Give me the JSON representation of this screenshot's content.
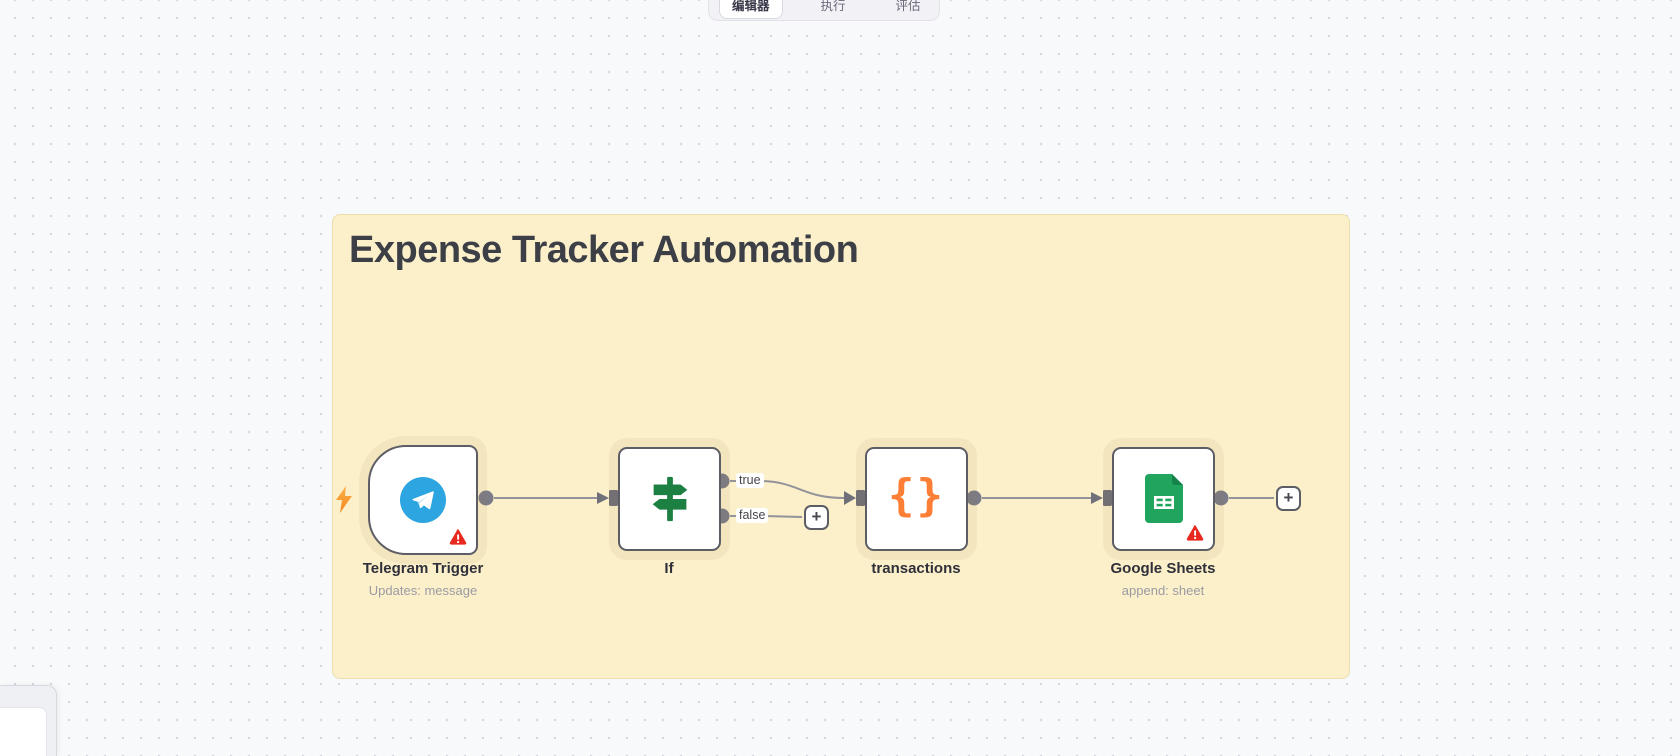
{
  "tabs": {
    "items": [
      {
        "label": "编辑器",
        "active": true
      },
      {
        "label": "执行",
        "active": false
      },
      {
        "label": "评估",
        "active": false
      }
    ]
  },
  "sticky": {
    "title": "Expense Tracker Automation",
    "bg": "#fcf0cb"
  },
  "nodes": [
    {
      "id": "telegram-trigger",
      "label": "Telegram Trigger",
      "subtitle": "Updates: message",
      "icon": "telegram-icon",
      "warning": true
    },
    {
      "id": "if",
      "label": "If",
      "icon": "signpost-icon",
      "warning": false
    },
    {
      "id": "transactions",
      "label": "transactions",
      "icon": "code-braces-icon",
      "warning": false
    },
    {
      "id": "google-sheets",
      "label": "Google Sheets",
      "subtitle": "append: sheet",
      "icon": "google-sheets-icon",
      "warning": true
    }
  ],
  "connections": {
    "if_true_label": "true",
    "if_false_label": "false"
  },
  "buttons": {
    "add_node_plus": "+"
  },
  "icons": {
    "braces_glyph": "{}"
  },
  "colors": {
    "canvas_bg": "#f8f9fb",
    "sticky_bg": "#fcf0cb",
    "node_border": "#5d5d66",
    "connector_gray": "#93939b",
    "telegram_blue": "#2CA5E0",
    "if_green": "#1d8043",
    "braces_orange": "#fd7e35",
    "sheets_green": "#21a45d",
    "warning_red": "#e7291f",
    "bolt_orange": "#f89b2e"
  }
}
